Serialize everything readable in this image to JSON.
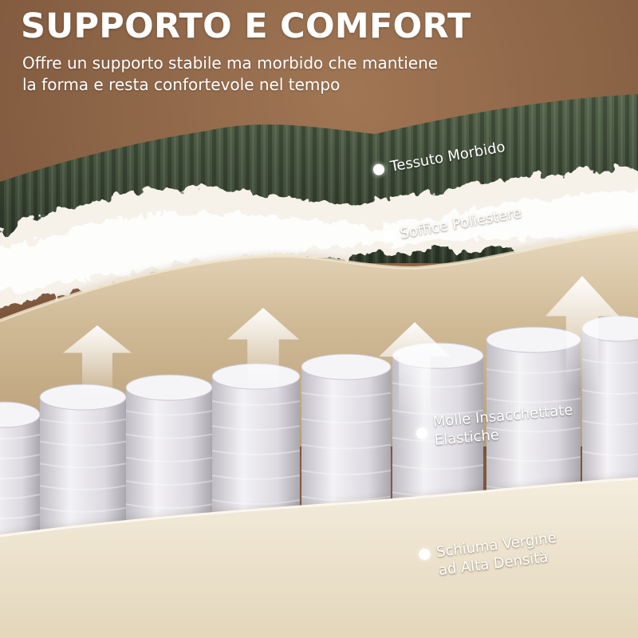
{
  "header": {
    "title": "SUPPORTO E COMFORT",
    "subtitle_lines": [
      "Offre un supporto stabile ma morbido che mantiene",
      "la forma e resta confortevole nel tempo"
    ]
  },
  "layers": [
    {
      "lines": [
        "Tessuto Morbido"
      ],
      "icon": "dot-marker-icon"
    },
    {
      "lines": [
        "Soffice Poliestere"
      ],
      "icon": "dot-marker-icon"
    },
    {
      "lines": [
        "Molle Insacchettate",
        "Elastiche"
      ],
      "icon": "dot-marker-icon"
    },
    {
      "lines": [
        "Schiuma Vergine",
        "ad Alta Densità"
      ],
      "icon": "dot-marker-icon"
    }
  ],
  "arrows": {
    "count": 4,
    "icon": "up-arrow-icon"
  },
  "colors": {
    "background": "#8a6146",
    "corduroy": "#3d4c37",
    "fiber": "#f4efe6",
    "foam": "#dcc9a8",
    "springs": "#e2e0e4",
    "base_foam": "#eae0c9"
  }
}
